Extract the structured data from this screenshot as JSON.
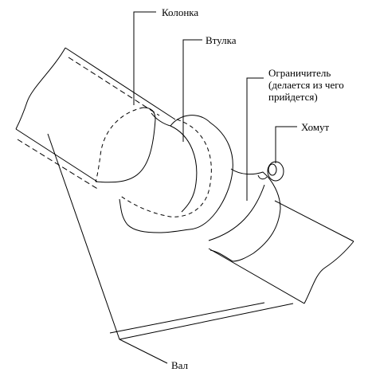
{
  "labels": {
    "column": "Колонка",
    "bushing": "Втулка",
    "limiter": [
      "Ограничитель",
      "(делается из чего",
      "прийдется)"
    ],
    "clamp": "Хомут",
    "shaft": "Вал"
  },
  "colors": {
    "stroke": "#000000",
    "background": "#ffffff"
  }
}
